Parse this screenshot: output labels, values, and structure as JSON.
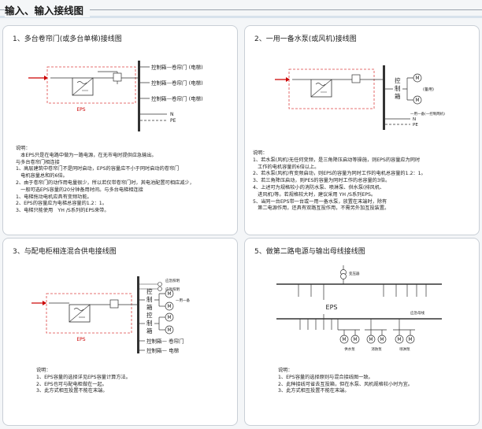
{
  "header": {
    "title": "输入、输入接线图"
  },
  "panels": {
    "p1": {
      "title": "1、多台卷帘门(或多台单梯)接线图",
      "labels": {
        "eps": "EPS",
        "ctrl1": "控制箱—卷帘门 (电梯)",
        "ctrl2": "控制箱—卷帘门 (电梯)",
        "ctrl3": "控制箱—卷帘门 (电梯)",
        "n": "N",
        "pe": "PE"
      },
      "notes": [
        "说明：",
        "　本EPS只是在电路中做为一路电源，在无市电时提供应急输出。",
        "与多台卷帘门相连接",
        "1、高层建筑中卷帘门不是同时启动，EPS的容量应不小于同时启动的卷帘门",
        "　电机容量总和的6倍。",
        "2、由于卷帘门的动作用电量很少，所以若仅带卷帘门时，其电池配置可相应减少，",
        "　一般可选EPS容量的20分钟备用时间。与多台电梯相连接",
        "1、电梯拖动电机应具有变频功能。",
        "2、EPS的容量应为电梯总容量的1.2：1。",
        "3、电梯只能使用　YH /S系列的EPS来带。"
      ]
    },
    "p2": {
      "title": "2、一用一备水泵(或风机)接线图",
      "labels": {
        "ctrl": [
          "控",
          "制",
          "箱"
        ],
        "motor": "M",
        "standby": "(备用)",
        "unit_note": "一用一备(一控制两机)",
        "n": "N",
        "pe": "PE"
      },
      "notes": [
        "说明：",
        "1、若水泵(风机)无任何变频，是三角降压启动等操施，则EPS的容量应为同时",
        "　工作的电机容量的6倍以上。",
        "2、若水泵(风机)有变频启动，则EPS的容量为同时工作的电机总容量的1.2：1。",
        "3、若三角降压启动，则PES的容量为同时工作的总容量的3倍。",
        "4、上述可为规格较小的消防水泵、喷淋泵、供水泵(排风机、",
        "　进风机)等。若规格较大时，建议采用 YH /S系列EPS。",
        "5、当同一台EPS带一台或一用一备水泵，放置在末端时，除有",
        "　第二电源作用，还具有双路互投作用，不需另外加互投装置。"
      ]
    },
    "p3": {
      "title": "3、与配电柜相连混合供电接线图",
      "labels": {
        "eps": "EPS",
        "small1": "应急照明",
        "small2": "应急照明",
        "ctrl1": [
          "控",
          "制",
          "箱"
        ],
        "ctrl2": [
          "控",
          "制",
          "箱"
        ],
        "motor": "M",
        "pair_note": "一用一备",
        "ctrl_door": "控制箱— 卷帘门",
        "ctrl_lift": "控制箱— 电梯"
      },
      "notes": [
        "说明：",
        "1、EPS容量的选择详见EPS容量计算方法。",
        "2、EPS也可与配电柜做在一起。",
        "3、此方式相互投置不能在末端。"
      ]
    },
    "p4": {
      "title": "5、做第二路电源与输出母线接线图",
      "labels": {
        "eps": "EPS",
        "transformer": "变压器",
        "bus_note": "应急母线",
        "motor": "M",
        "pump1": "供水泵",
        "pump2": "消防泵",
        "pump3": "喷淋泵"
      },
      "notes": [
        "说明：",
        "1、EPS容量的选择原则与混合接线图一致。",
        "2、此种接线可省去互投箱，但在水泵、风机规格较小时为宜。",
        "3、此方式相互投置不能在末端。"
      ]
    }
  }
}
